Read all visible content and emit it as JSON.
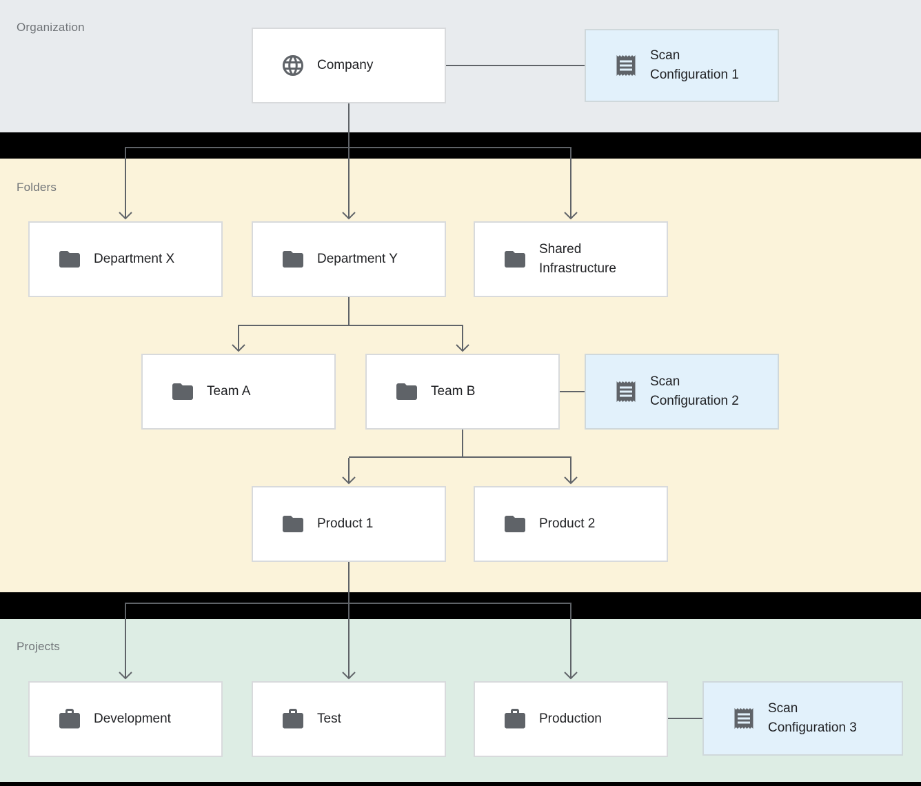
{
  "sections": {
    "organization": {
      "label": "Organization"
    },
    "folders": {
      "label": "Folders"
    },
    "projects": {
      "label": "Projects"
    }
  },
  "nodes": {
    "company": {
      "label": "Company",
      "icon": "globe-icon",
      "section": "organization"
    },
    "scan_configuration_1": {
      "label": "Scan Configuration 1",
      "icon": "receipt-icon",
      "section": "organization"
    },
    "department_x": {
      "label": "Department X",
      "icon": "folder-icon",
      "section": "folders"
    },
    "department_y": {
      "label": "Department Y",
      "icon": "folder-icon",
      "section": "folders"
    },
    "shared_infrastructure": {
      "label": "Shared Infrastructure",
      "icon": "folder-icon",
      "section": "folders"
    },
    "team_a": {
      "label": "Team A",
      "icon": "folder-icon",
      "section": "folders"
    },
    "team_b": {
      "label": "Team B",
      "icon": "folder-icon",
      "section": "folders"
    },
    "scan_configuration_2": {
      "label": "Scan Configuration 2",
      "icon": "receipt-icon",
      "section": "folders"
    },
    "product_1": {
      "label": "Product 1",
      "icon": "folder-icon",
      "section": "folders"
    },
    "product_2": {
      "label": "Product 2",
      "icon": "folder-icon",
      "section": "folders"
    },
    "development": {
      "label": "Development",
      "icon": "briefcase-icon",
      "section": "projects"
    },
    "test": {
      "label": "Test",
      "icon": "briefcase-icon",
      "section": "projects"
    },
    "production": {
      "label": "Production",
      "icon": "briefcase-icon",
      "section": "projects"
    },
    "scan_configuration_3": {
      "label": "Scan Configuration 3",
      "icon": "receipt-icon",
      "section": "projects"
    }
  },
  "edges": [
    {
      "from": "company",
      "to": "department_x",
      "type": "arrow"
    },
    {
      "from": "company",
      "to": "department_y",
      "type": "arrow"
    },
    {
      "from": "company",
      "to": "shared_infrastructure",
      "type": "arrow"
    },
    {
      "from": "department_y",
      "to": "team_a",
      "type": "arrow"
    },
    {
      "from": "department_y",
      "to": "team_b",
      "type": "arrow"
    },
    {
      "from": "team_b",
      "to": "product_1",
      "type": "arrow"
    },
    {
      "from": "team_b",
      "to": "product_2",
      "type": "arrow"
    },
    {
      "from": "product_1",
      "to": "development",
      "type": "arrow"
    },
    {
      "from": "product_1",
      "to": "test",
      "type": "arrow"
    },
    {
      "from": "product_1",
      "to": "production",
      "type": "arrow"
    },
    {
      "from": "company",
      "to": "scan_configuration_1",
      "type": "plain-link"
    },
    {
      "from": "team_b",
      "to": "scan_configuration_2",
      "type": "plain-link"
    },
    {
      "from": "production",
      "to": "scan_configuration_3",
      "type": "plain-link"
    }
  ],
  "colors": {
    "organization_bg": "#e8ebee",
    "folders_bg": "#fbf3da",
    "projects_bg": "#ddede4",
    "node_bg": "#ffffff",
    "node_border": "#d8dadc",
    "scan_node_bg": "#e2f1fb",
    "scan_node_border": "#cfd8db",
    "connector_line": "#5f6368",
    "icon_color": "#5f6368",
    "node_text": "#202124",
    "section_label_text": "#6f7377",
    "band_black": "#000000"
  }
}
